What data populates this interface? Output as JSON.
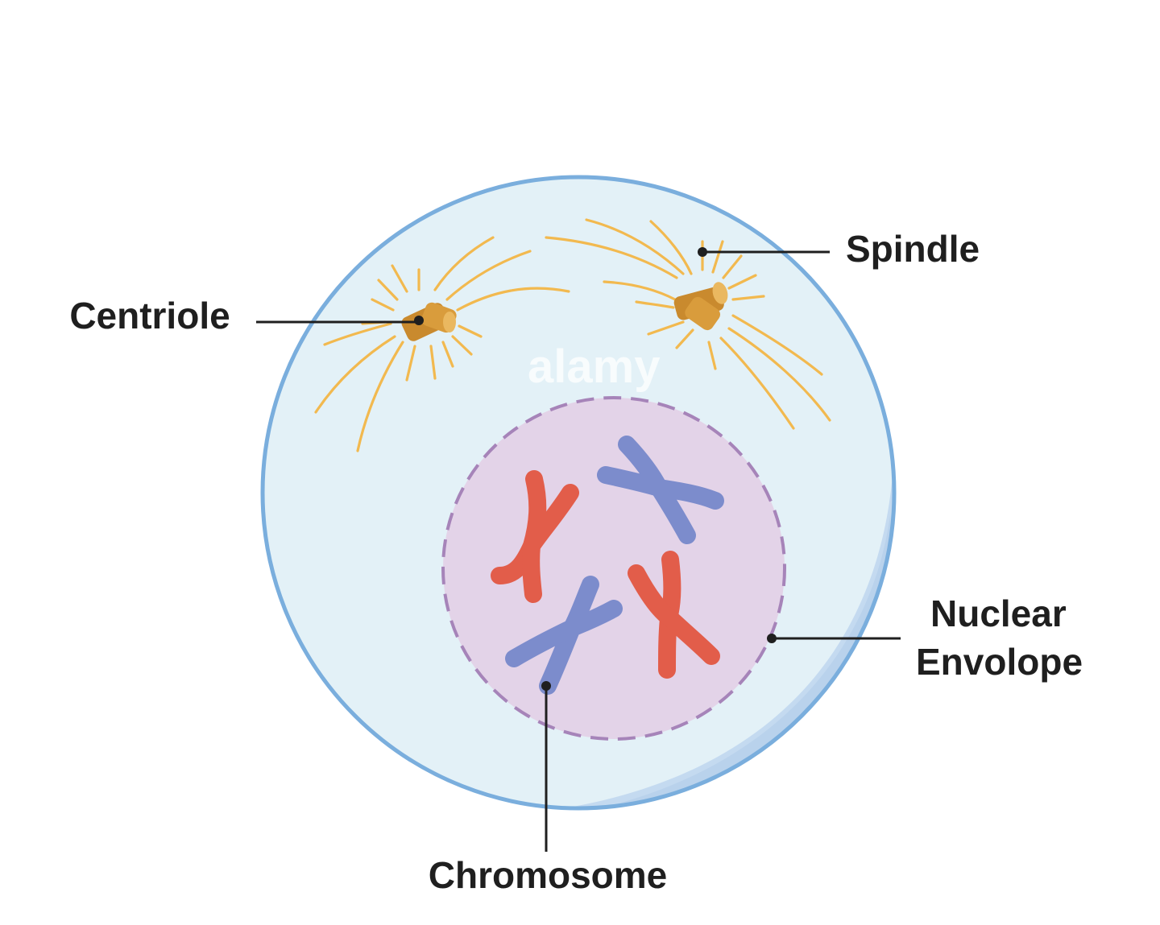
{
  "labels": {
    "centriole": "Centriole",
    "spindle": "Spindle",
    "nuclear_line1": "Nuclear",
    "nuclear_line2": "Envolope",
    "chromosome": "Chromosome"
  },
  "watermark": "alamy",
  "colors": {
    "cytoplasm": "#e3f1f7",
    "cell_membrane": "#7aaedd",
    "cell_shadow": "#c4daf0",
    "nucleus": "#e3d3e8",
    "nuclear_envelope": "#a684b9",
    "spindle_fibers": "#f2b94f",
    "centriole": "#c98a2e",
    "chromosome_red": "#e25d4a",
    "chromosome_blue": "#7c8ccc",
    "label_text": "#1f1f1f"
  }
}
